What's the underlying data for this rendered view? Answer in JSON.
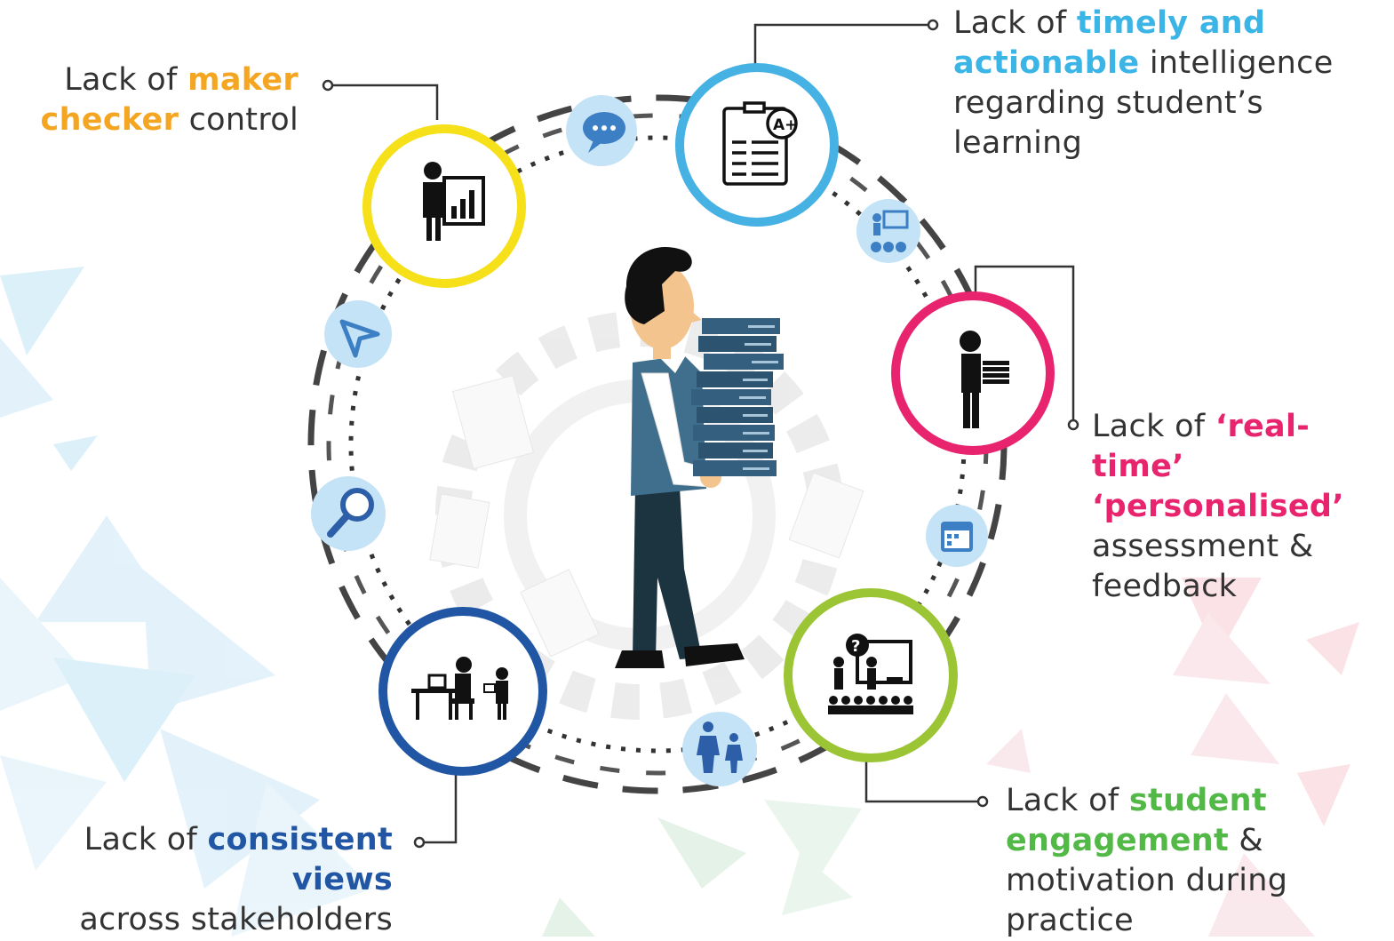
{
  "colors": {
    "yellow": "#f5e01a",
    "light_blue": "#46b2e3",
    "pink": "#e8246e",
    "green": "#9cc536",
    "dark_blue": "#2156a5",
    "orange_text": "#f4a623",
    "blue_text": "#3bb4e6",
    "pink_text": "#e8246e",
    "green_text": "#52b947",
    "navy_text": "#2156a5",
    "body_text": "#333333"
  },
  "items": {
    "maker": {
      "prefix": "Lack of ",
      "highlight1": "maker",
      "highlight2": "checker",
      "suffix": " control",
      "icon": "teacher-chart-icon"
    },
    "timely": {
      "prefix": "Lack of ",
      "highlight1": "timely and",
      "highlight2": "actionable",
      "line2_suffix": " intelligence",
      "line3": "regarding student’s",
      "line4": "learning",
      "icon": "report-card-icon"
    },
    "realtime": {
      "prefix": "Lack of ",
      "highlight1": "‘real-time’",
      "highlight2": "‘personalised’",
      "line3": "assessment &",
      "line4": "feedback",
      "icon": "person-carrying-books-icon"
    },
    "engagement": {
      "prefix": "Lack of ",
      "highlight1": "student",
      "highlight2": "engagement",
      "line2_suffix": " &",
      "line3": "motivation during",
      "line4": "practice",
      "icon": "classroom-question-icon"
    },
    "views": {
      "prefix": "Lack of ",
      "highlight1": "consistent views",
      "line2": "across stakeholders",
      "icon": "desk-meeting-icon"
    }
  },
  "small_icons": [
    "chat-bubble-icon",
    "presentation-icon",
    "navigation-arrow-icon",
    "magnifier-icon",
    "calendar-icon",
    "student-teacher-icon"
  ]
}
